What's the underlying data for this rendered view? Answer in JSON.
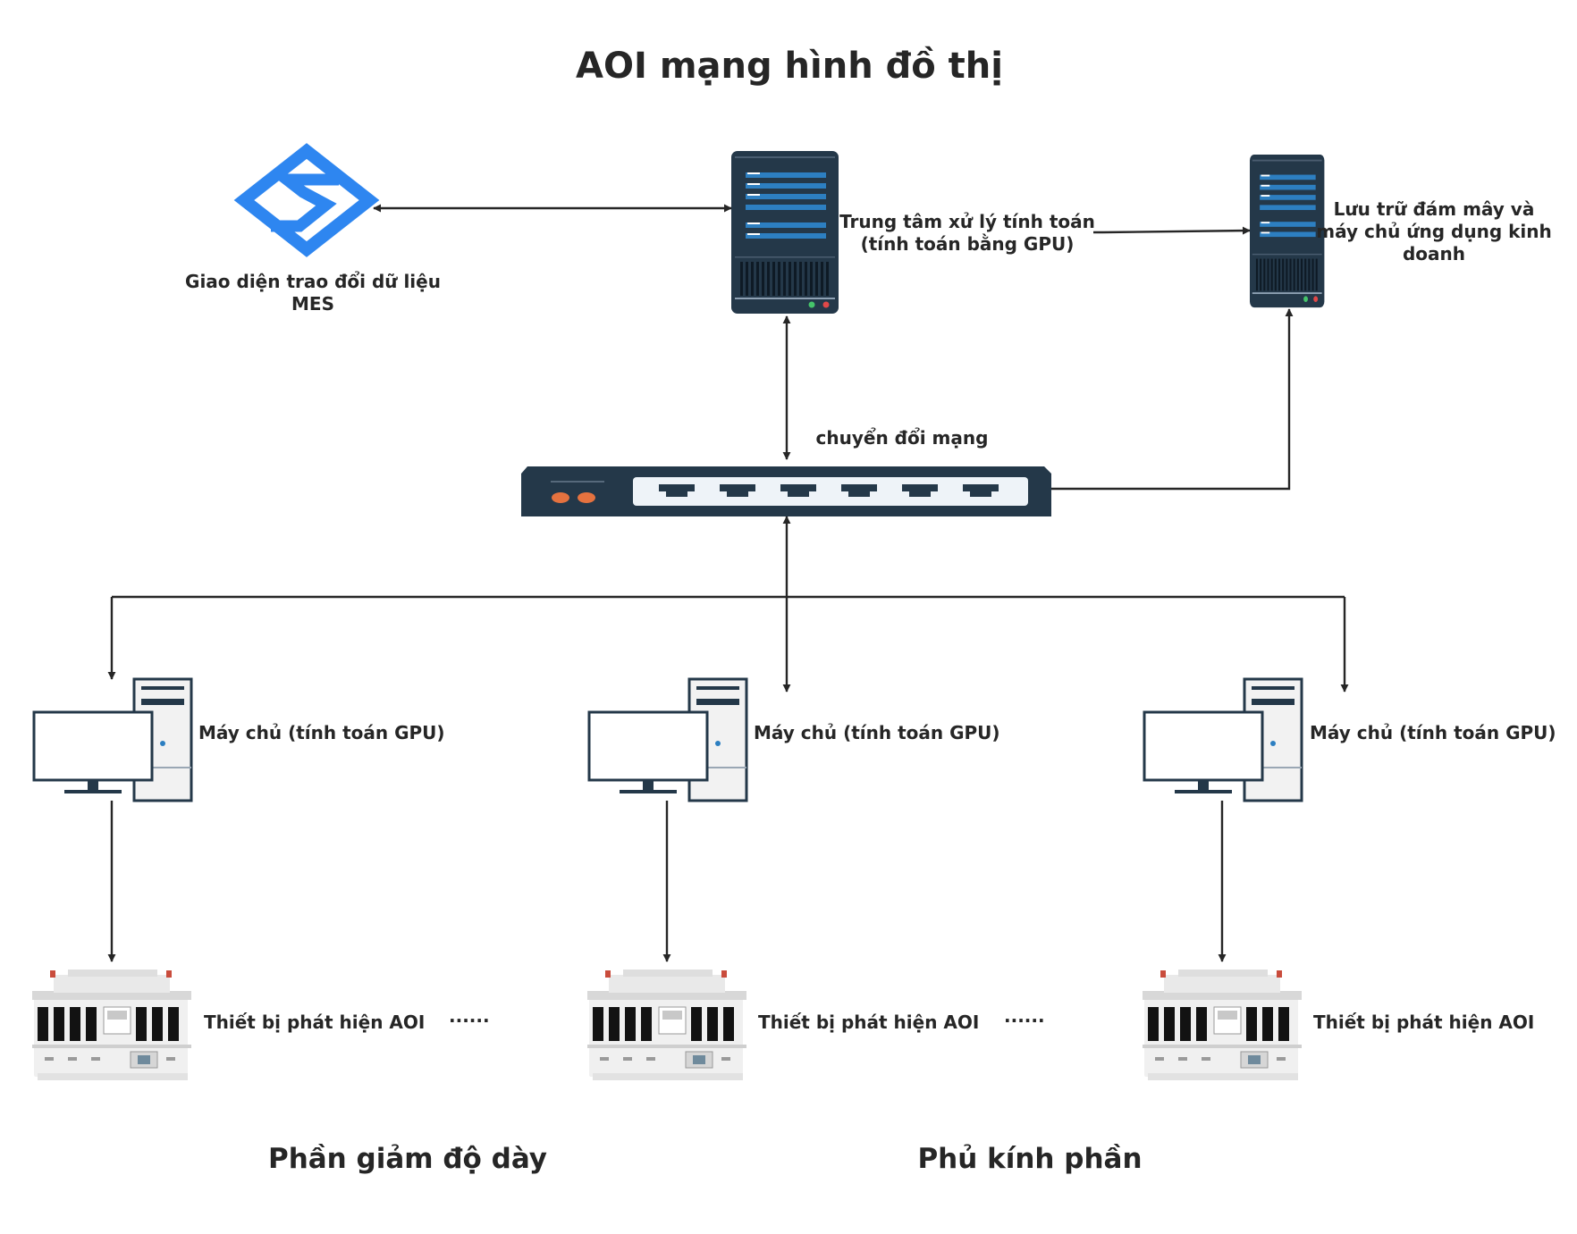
{
  "title": "AOI mạng hình đồ thị",
  "mes": {
    "label_line1": "Giao diện trao đổi dữ liệu",
    "label_line2": "MES",
    "icon": "mes-logo-icon"
  },
  "gpu_center": {
    "label_line1": "Trung tâm xử lý tính toán",
    "label_line2": "(tính toán bằng GPU)",
    "icon": "rack-server-icon"
  },
  "cloud": {
    "label_line1": "Lưu trữ đám mây và",
    "label_line2": "máy chủ ứng dụng kinh",
    "label_line3": "doanh",
    "icon": "rack-server-icon"
  },
  "switch": {
    "label": "chuyển đổi mạng",
    "icon": "network-switch-icon",
    "ports": 6
  },
  "hosts": [
    {
      "label": "Máy chủ (tính toán GPU)",
      "icon": "desktop-computer-icon"
    },
    {
      "label": "Máy chủ (tính toán GPU)",
      "icon": "desktop-computer-icon"
    },
    {
      "label": "Máy chủ (tính toán GPU)",
      "icon": "desktop-computer-icon"
    }
  ],
  "devices": [
    {
      "label": "Thiết bị phát hiện AOI",
      "icon": "aoi-machine-icon"
    },
    {
      "label": "Thiết bị phát hiện AOI",
      "icon": "aoi-machine-icon"
    },
    {
      "label": "Thiết bị phát hiện AOI",
      "icon": "aoi-machine-icon"
    }
  ],
  "ellipsis": [
    "......",
    "......"
  ],
  "sections": [
    "Phần giảm độ dày",
    "Phủ kính phần"
  ],
  "colors": {
    "server": "#243849",
    "server_stripe": "#2d7fc1",
    "logo": "#2e86f0",
    "switch_led": "#e5723f",
    "line": "#262626"
  }
}
